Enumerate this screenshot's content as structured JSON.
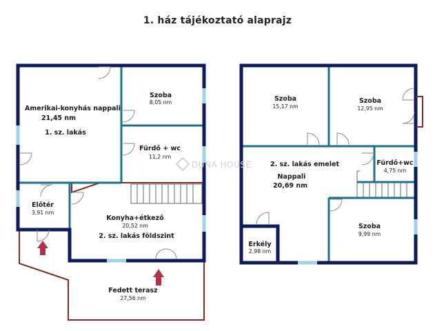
{
  "title": "1. ház tájékoztató alaprajz",
  "watermark": "DUNA HOUSE",
  "colors": {
    "wall": "#0d1a5c",
    "inner_wall": "#1e6f8c",
    "window": "#9fd3dd",
    "outline_red": "#7b2b2b",
    "arrow": "#b3304a",
    "door": "#8a8a8a"
  },
  "rooms": {
    "nappali": {
      "label": "Amerikai-konyhás nappali",
      "area": "21,45 nm",
      "note": "1. sz. lakás"
    },
    "szoba1": {
      "label": "Szoba",
      "area": "8,05 nm"
    },
    "furdo1": {
      "label": "Fürdő + wc",
      "area": "11,2 nm"
    },
    "eloter": {
      "label": "Előtér",
      "area": "3,91 nm"
    },
    "konyha": {
      "label": "Konyha+étkező",
      "area": "20,52 nm",
      "note": "2. sz. lakás földszint"
    },
    "terasz": {
      "label": "Fedett terasz",
      "area": "27,56 nm"
    },
    "szoba2": {
      "label": "Szoba",
      "area": "15,17 nm"
    },
    "szoba3": {
      "label": "Szoba",
      "area": "12,95 nm"
    },
    "emelet": {
      "note": "2. sz. lakás emelet",
      "label": "Nappali",
      "area": "20,69 nm"
    },
    "furdo2": {
      "label": "Fürdő+wc",
      "area": "4,75 nm"
    },
    "szoba4": {
      "label": "Szoba",
      "area": "9,99 nm"
    },
    "erkely": {
      "label": "Erkély",
      "area": "2,98 nm"
    }
  }
}
